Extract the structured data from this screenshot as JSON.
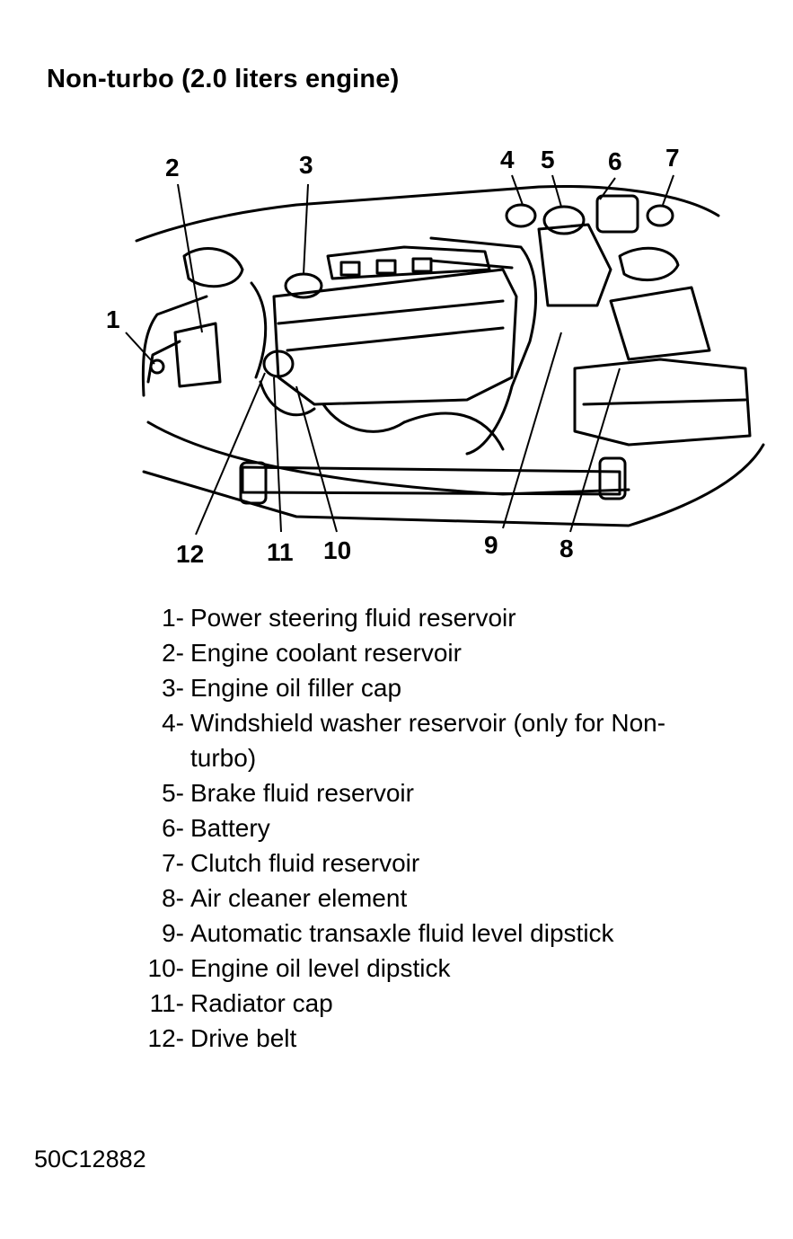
{
  "title": "Non-turbo (2.0 liters engine)",
  "callouts": [
    "1",
    "2",
    "3",
    "4",
    "5",
    "6",
    "7",
    "8",
    "9",
    "10",
    "11",
    "12"
  ],
  "legend": [
    {
      "num": "1-",
      "text": "Power steering fluid reservoir"
    },
    {
      "num": "2-",
      "text": "Engine coolant reservoir"
    },
    {
      "num": "3-",
      "text": "Engine oil filler cap"
    },
    {
      "num": "4-",
      "text": "Windshield washer reservoir (only for Non-turbo)"
    },
    {
      "num": "5-",
      "text": "Brake fluid reservoir"
    },
    {
      "num": "6-",
      "text": "Battery"
    },
    {
      "num": "7-",
      "text": "Clutch fluid reservoir"
    },
    {
      "num": "8-",
      "text": "Air cleaner element"
    },
    {
      "num": "9-",
      "text": "Automatic transaxle fluid level dipstick"
    },
    {
      "num": "10-",
      "text": "Engine oil level dipstick"
    },
    {
      "num": "11-",
      "text": "Radiator cap"
    },
    {
      "num": "12-",
      "text": "Drive belt"
    }
  ],
  "figure_code": "50C12882"
}
